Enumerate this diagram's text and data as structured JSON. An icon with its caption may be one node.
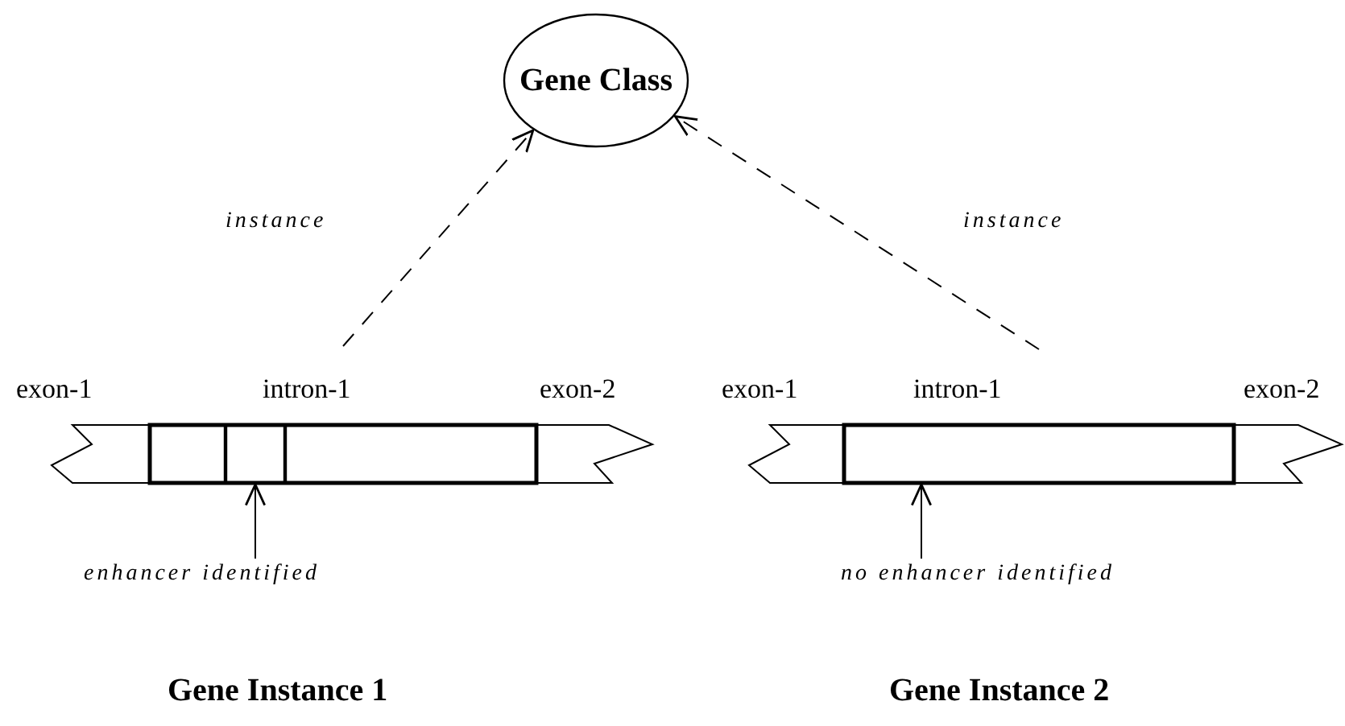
{
  "diagram": {
    "nodes": [
      {
        "text": [
          "Gene Class"
        ]
      },
      {
        "text": [
          "exon-1"
        ]
      },
      {
        "text": [
          "intron-1"
        ]
      },
      {
        "text": [],
        "shape": "box",
        "in": 2
      },
      {
        "text": [
          "exon-2"
        ]
      },
      {
        "text": [
          "enhancer identified"
        ]
      },
      {
        "text": [
          "exon-1"
        ]
      },
      {
        "text": [
          "intron-1"
        ]
      },
      {
        "text": [
          "exon-2"
        ]
      },
      {
        "text": [
          "no enhancer identified"
        ]
      }
    ],
    "edges": [
      {
        "from": null,
        "to": 0,
        "arrow": "to",
        "label": "instance",
        "style": "dashed"
      },
      {
        "from": null,
        "to": 0,
        "arrow": "to",
        "label": "instance",
        "style": "dashed"
      },
      {
        "from": 5,
        "to": 3,
        "arrow": "to"
      },
      {
        "from": 9,
        "to": 7,
        "arrow": "to"
      }
    ],
    "labels": [
      "Gene Instance 1",
      "Gene Instance 2"
    ]
  }
}
